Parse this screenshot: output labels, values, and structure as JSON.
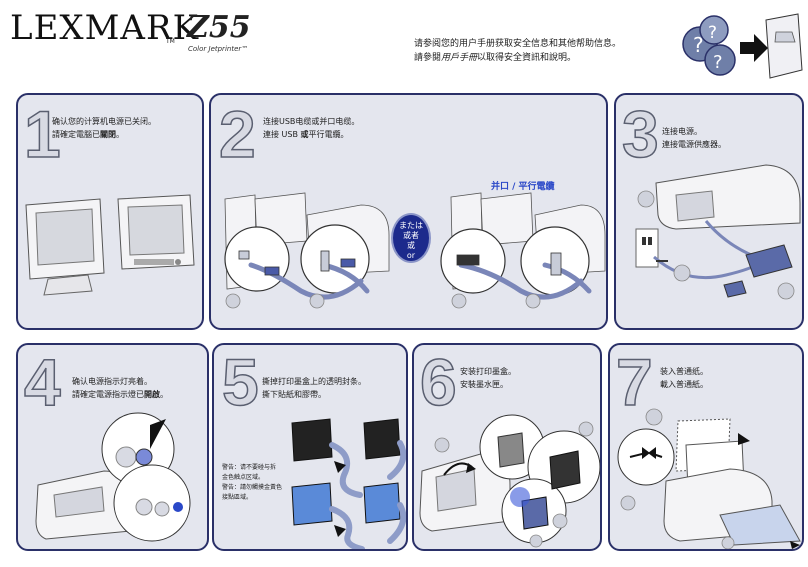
{
  "header": {
    "brand": "LEXMARK",
    "tm": "TM",
    "model": "Z55",
    "subtitle": "Color Jetprinter™",
    "safety_line1": "请参阅您的用户手册获取安全信息和其他帮助信息。",
    "safety_line2_prefix": "請參閱",
    "safety_line2_italic": "用戶手冊",
    "safety_line2_suffix": "以取得安全資訊和說明。"
  },
  "steps": {
    "s1": {
      "num": "1",
      "line1": "确认您的计算机电源已关闭。",
      "line2_prefix": "請確定電腦已",
      "line2_bold": "關閉",
      "line2_suffix": "。"
    },
    "s2": {
      "num": "2",
      "line1": "连接USB电缆或并口电缆。",
      "line2_prefix": "連接 USB ",
      "line2_bold": "或",
      "line2_suffix": "平行電纜。",
      "parallel_label": "并口 / 平行電纜",
      "or_line1": "または",
      "or_line2": "或者",
      "or_line3": "或",
      "or_line4": "or"
    },
    "s3": {
      "num": "3",
      "line1": "连接电源。",
      "line2": "連接電源供應器。"
    },
    "s4": {
      "num": "4",
      "line1": "确认电源指示灯亮着。",
      "line2_prefix": "請確定電源指示燈已",
      "line2_bold": "開啟",
      "line2_suffix": "。"
    },
    "s5": {
      "num": "5",
      "line1": "撕掉打印墨盒上的透明封条。",
      "line2": "撕下貼紙和膠帶。",
      "warn1": "警告：请不要碰与拆",
      "warn2": "金色触点区域。",
      "warn3": "警告：請勿觸摸金黃色",
      "warn4": "接點區域。"
    },
    "s6": {
      "num": "6",
      "line1": "安装打印墨盒。",
      "line2": "安裝墨水匣。"
    },
    "s7": {
      "num": "7",
      "line1": "装入普通纸。",
      "line2": "載入普通紙。"
    }
  }
}
